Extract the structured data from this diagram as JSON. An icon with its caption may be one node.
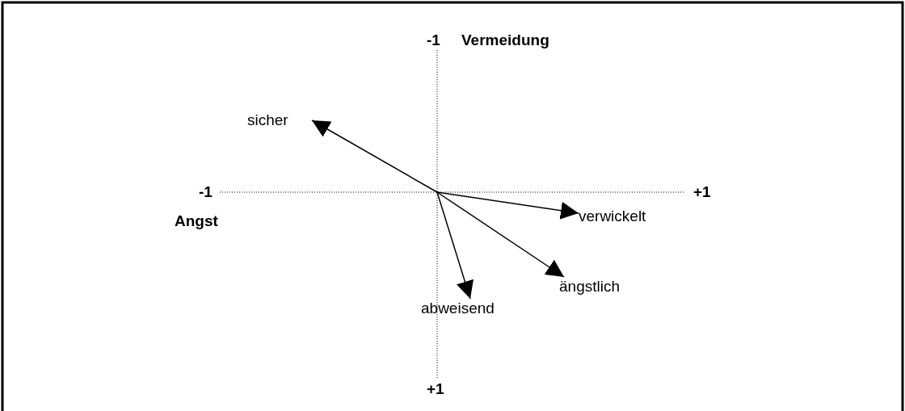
{
  "diagram": {
    "nodes": [
      {
        "text": [
          "sicher"
        ]
      },
      {
        "text": [
          "verwickelt"
        ]
      },
      {
        "text": [
          "ängstlich"
        ]
      },
      {
        "text": [
          "abweisend"
        ]
      }
    ],
    "edges": [
      {
        "from": null,
        "to": 0,
        "arrow": "to"
      },
      {
        "from": null,
        "to": 1,
        "arrow": "to"
      },
      {
        "from": null,
        "to": 2,
        "arrow": "to"
      },
      {
        "from": null,
        "to": 3,
        "arrow": "to"
      }
    ],
    "labels": [
      "-1",
      "Vermeidung",
      "-1",
      "+1",
      "Angst",
      "+1"
    ]
  }
}
